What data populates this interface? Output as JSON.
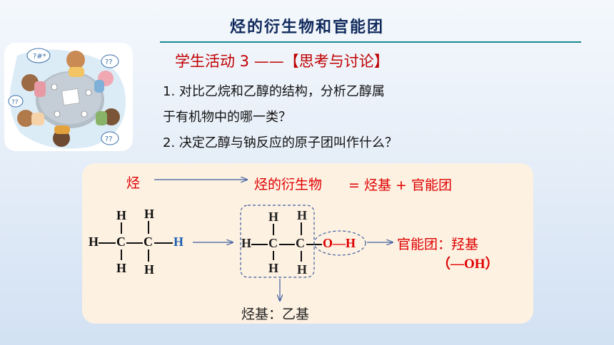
{
  "title": "烃的衍生物和官能团",
  "activity": "学生活动 3 ——【思考与讨论】",
  "questions": {
    "q1_line1": "1. 对比乙烷和乙醇的结构，分析乙醇属",
    "q1_line2": "于有机物中的哪一类？",
    "q2": "2. 决定乙醇与钠反应的原子团叫作什么？"
  },
  "panel": {
    "hydrocarbon": "烃",
    "derivative": "烃的衍生物",
    "equation": "= 烃基 + 官能团",
    "functional_group": "官能团：羟基",
    "hydroxyl": "（—OH）",
    "alkyl": "烃基：乙基"
  },
  "atoms": {
    "H": "H",
    "C": "C",
    "OH": "O—H"
  },
  "colors": {
    "title": "#102a5c",
    "accent_red": "#e00000",
    "highlight_blue": "#1f5fb0",
    "panel_bg": "#fdf1e2",
    "rule": "#1b8a8f"
  },
  "icons": {
    "illustration": "people-discussing-around-table-illustration",
    "arrows": "arrow-right-icon"
  }
}
